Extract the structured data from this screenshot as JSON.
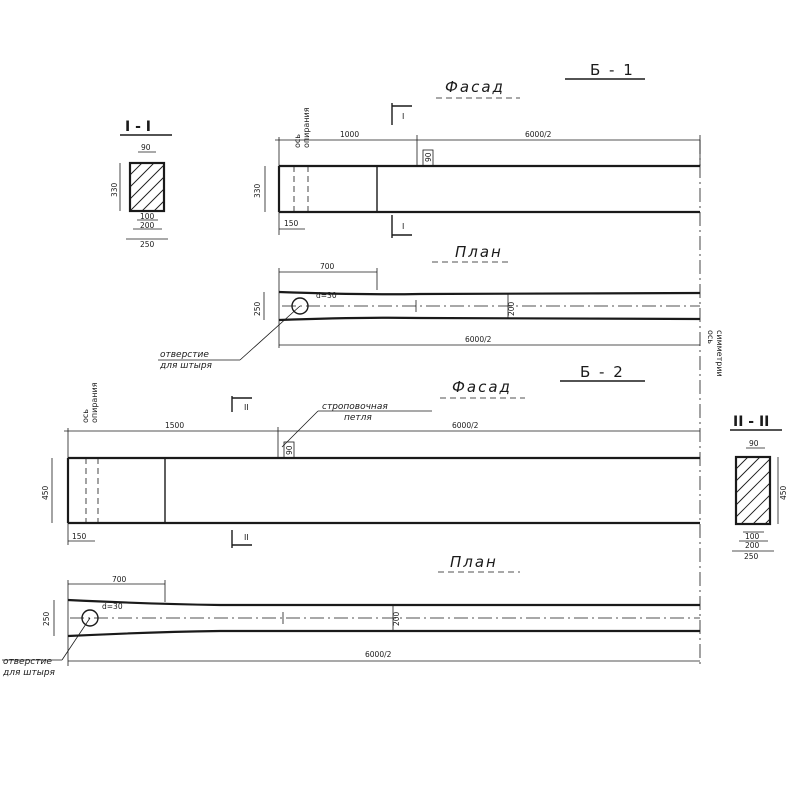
{
  "b1": {
    "mark": "Б - 1",
    "facade": {
      "title": "Фасад",
      "support_axis": "ось\nопирания",
      "dim_left": "1000",
      "dim_right": "6000/2",
      "dim_height": "330",
      "dim_end": "150",
      "loop_dim": "90",
      "cut_mark": "I"
    },
    "section": {
      "title": "I - I",
      "dim_top": "90",
      "dim_height": "330",
      "dim_inner": "100",
      "dim_mid": "200",
      "dim_width": "250"
    },
    "plan": {
      "title": "План",
      "dim_hole_dist": "700",
      "dim_width_left": "250",
      "hole_d": "d=30",
      "dim_width_mid": "200",
      "dim_bottom": "6000/2",
      "hole_label": "отверстие\nдля штыря"
    }
  },
  "b2": {
    "mark": "Б - 2",
    "facade": {
      "title": "Фасад",
      "support_axis": "ось\nопирания",
      "dim_left": "1500",
      "dim_right": "6000/2",
      "dim_height": "450",
      "dim_end": "150",
      "loop_dim": "90",
      "loop_label": "строповочная\nпетля",
      "cut_mark": "II"
    },
    "section": {
      "title": "II - II",
      "dim_top": "90",
      "dim_height": "450",
      "dim_inner": "100",
      "dim_mid": "200",
      "dim_width": "250"
    },
    "plan": {
      "title": "План",
      "dim_hole_dist": "700",
      "dim_width_left": "250",
      "hole_d": "d=30",
      "dim_width_mid": "200",
      "dim_bottom": "6000/2",
      "hole_label": "отверстие\nдля штыря"
    }
  },
  "symmetry_axis": "ось\nсимметрии"
}
